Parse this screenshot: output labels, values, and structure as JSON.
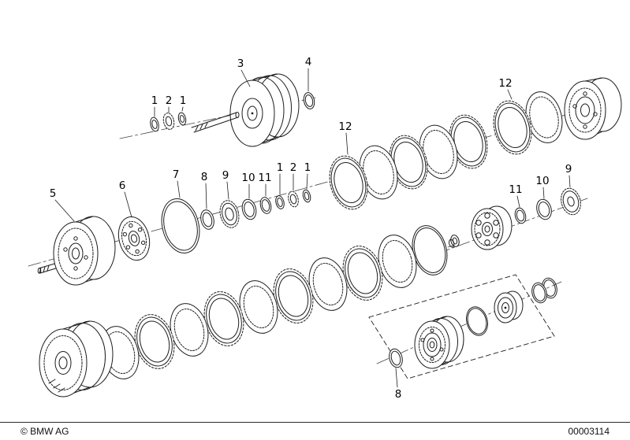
{
  "page": {
    "footer": {
      "copyright": "© BMW AG",
      "drawing_number": "00003114"
    }
  },
  "diagram": {
    "callouts": [
      {
        "label": "1"
      },
      {
        "label": "2"
      },
      {
        "label": "1"
      },
      {
        "label": "3"
      },
      {
        "label": "4"
      },
      {
        "label": "12"
      },
      {
        "label": "12"
      },
      {
        "label": "5"
      },
      {
        "label": "6"
      },
      {
        "label": "7"
      },
      {
        "label": "8"
      },
      {
        "label": "9"
      },
      {
        "label": "10"
      },
      {
        "label": "11"
      },
      {
        "label": "1"
      },
      {
        "label": "2"
      },
      {
        "label": "1"
      },
      {
        "label": "11"
      },
      {
        "label": "10"
      },
      {
        "label": "9"
      },
      {
        "label": "8"
      }
    ]
  }
}
